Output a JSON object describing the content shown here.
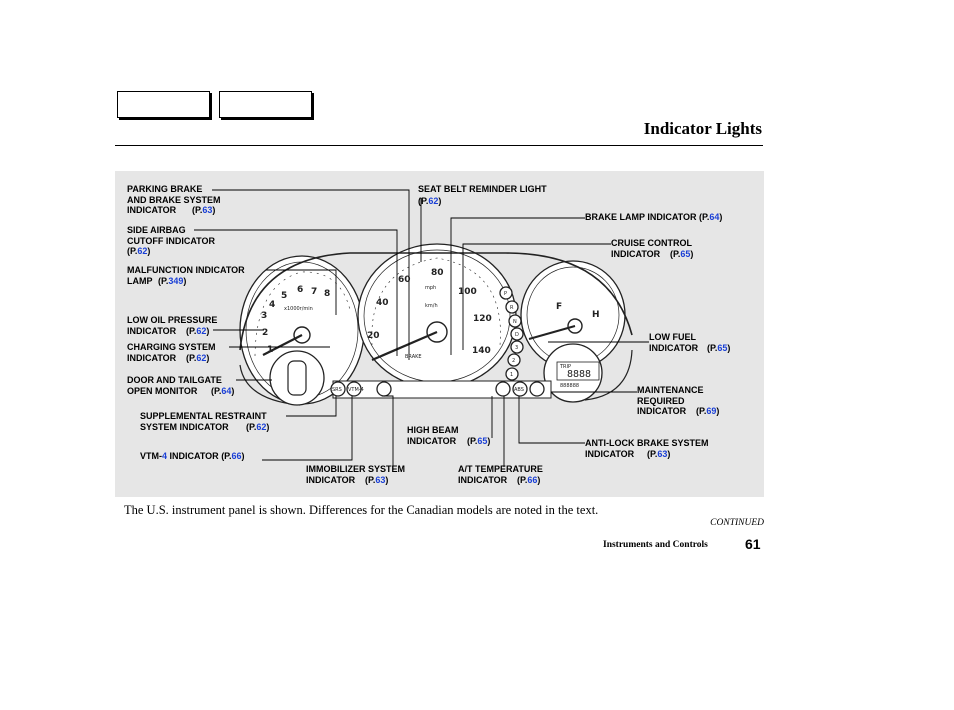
{
  "page_title": "Indicator Lights",
  "labels": [
    {
      "id": "parking-brake",
      "text": "PARKING BRAKE\nAND BRAKE SYSTEM\nINDICATOR",
      "ref": "63"
    },
    {
      "id": "side-airbag",
      "text": "SIDE AIRBAG\nCUTOFF INDICATOR",
      "ref": "62"
    },
    {
      "id": "malfunction",
      "text": "MALFUNCTION INDICATOR\nLAMP",
      "ref": "349"
    },
    {
      "id": "low-oil",
      "text": "LOW OIL PRESSURE\nINDICATOR",
      "ref": "62"
    },
    {
      "id": "charging",
      "text": "CHARGING SYSTEM\nINDICATOR",
      "ref": "62"
    },
    {
      "id": "door-tailgate",
      "text": "DOOR AND TAILGATE\nOPEN MONITOR",
      "ref": "64"
    },
    {
      "id": "srs",
      "text": "SUPPLEMENTAL RESTRAINT\nSYSTEM INDICATOR",
      "ref": "62"
    },
    {
      "id": "vtm4",
      "text_prefix": "VTM-",
      "text_blue": "4",
      "text_suffix": " INDICATOR",
      "ref": "66"
    },
    {
      "id": "immobilizer",
      "text": "IMMOBILIZER SYSTEM\nINDICATOR",
      "ref": "63"
    },
    {
      "id": "high-beam",
      "text": "HIGH BEAM\nINDICATOR",
      "ref": "65"
    },
    {
      "id": "at-temp",
      "text": "A/T TEMPERATURE\nINDICATOR",
      "ref": "66"
    },
    {
      "id": "seat-belt",
      "text": "SEAT BELT REMINDER LIGHT",
      "ref": "62"
    },
    {
      "id": "brake-lamp",
      "text": "BRAKE LAMP INDICATOR",
      "ref": "64"
    },
    {
      "id": "cruise",
      "text": "CRUISE CONTROL\nINDICATOR",
      "ref": "65"
    },
    {
      "id": "low-fuel",
      "text": "LOW FUEL\nINDICATOR",
      "ref": "65"
    },
    {
      "id": "maintenance",
      "text": "MAINTENANCE\nREQUIRED\nINDICATOR",
      "ref": "69"
    },
    {
      "id": "abs",
      "text": "ANTI-LOCK BRAKE SYSTEM\nINDICATOR",
      "ref": "63"
    }
  ],
  "gauge_text": {
    "tach_unit": "x1000r/min",
    "tach_numbers": [
      "1",
      "2",
      "3",
      "4",
      "5",
      "6",
      "7",
      "8"
    ],
    "speed_mph": [
      "20",
      "40",
      "60",
      "80",
      "100",
      "120",
      "140"
    ],
    "unit_mph": "mph",
    "unit_kmh": "km/h",
    "fuel_f": "F",
    "temp_h": "H",
    "lamp_srs": "SRS",
    "lamp_vtm": "VTM-4",
    "lamp_abs": "ABS",
    "lamp_brake": "BRAKE",
    "gear_letters": [
      "P",
      "R",
      "N",
      "D",
      "3",
      "2",
      "1"
    ],
    "odo_digits": "8888",
    "odo_trip": "TRIP",
    "odo_lower": "888888"
  },
  "caption": "The U.S. instrument panel is shown. Differences for the Canadian models are noted in the text.",
  "continued": "CONTINUED",
  "footer_section": "Instruments and Controls",
  "page_number": "61"
}
